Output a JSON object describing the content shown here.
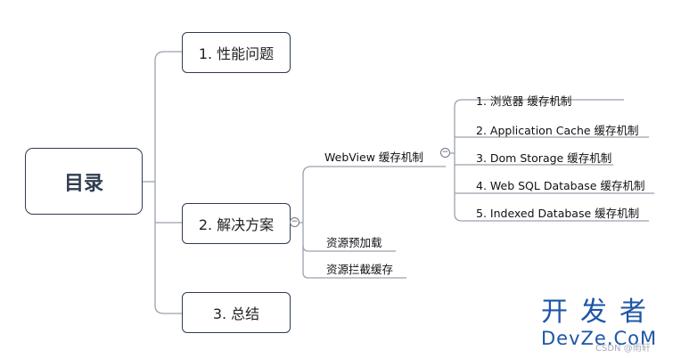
{
  "root": {
    "label": "目录"
  },
  "branches": [
    {
      "label": "1. 性能问题"
    },
    {
      "label": "2. 解决方案"
    },
    {
      "label": "3. 总结"
    }
  ],
  "solution": {
    "webview": {
      "label": "WebView 缓存机制",
      "items": [
        "1. 浏览器 缓存机制",
        "2. Application Cache 缓存机制",
        "3. Dom Storage 缓存机制",
        "4. Web SQL Database 缓存机制",
        "5. Indexed Database 缓存机制"
      ]
    },
    "preload": {
      "label": "资源预加载"
    },
    "intercept": {
      "label": "资源拦截缓存"
    }
  },
  "collapse_symbol": "−",
  "watermark": {
    "top": "开发者",
    "bottom": "DevZe.CoM",
    "sub": "CSDN @雨轩"
  },
  "colors": {
    "node_border": "#2f3c52",
    "line": "#9aa1ad",
    "watermark": "#1e55a8"
  }
}
